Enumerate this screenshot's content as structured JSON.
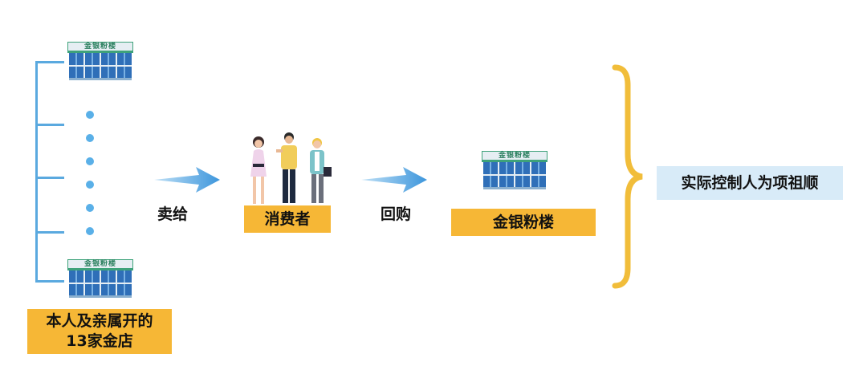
{
  "stores_group": {
    "store_sign": "金银粉楼",
    "caption_line1": "本人及亲属开的",
    "caption_line2": "13家金店"
  },
  "step1": {
    "verb": "卖给"
  },
  "consumers": {
    "label": "消费者"
  },
  "step2": {
    "verb": "回购"
  },
  "target_store": {
    "sign": "金银粉楼",
    "label": "金银粉楼"
  },
  "controller": {
    "label": "实际控制人为项祖顺"
  },
  "colors": {
    "accent_orange": "#f6b736",
    "accent_blue": "#5aa9df",
    "brace_yellow": "#f1bd3a",
    "panel_blue": "#d8ebf8"
  }
}
